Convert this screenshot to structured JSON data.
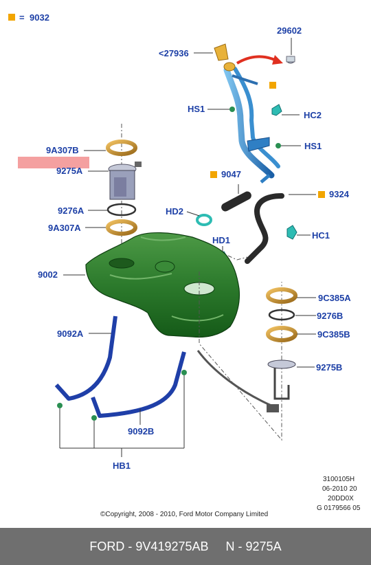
{
  "legend": {
    "value": "9032",
    "prefix": "="
  },
  "parts": {
    "p29602": "29602",
    "p27936": "<27936",
    "hs1_top": "HS1",
    "hc2": "HC2",
    "hs1_mid": "HS1",
    "p9a307b": "9A307B",
    "p9275a": "9275A",
    "p9047": "9047",
    "p9324": "9324",
    "p9276a": "9276A",
    "hd2": "HD2",
    "p9a307a": "9A307A",
    "hc1": "HC1",
    "hd1": "HD1",
    "p9002": "9002",
    "p9c385a": "9C385A",
    "p9276b": "9276B",
    "p9092a": "9092A",
    "p9c385b": "9C385B",
    "p9275b": "9275B",
    "p9092b": "9092B",
    "hb1": "HB1"
  },
  "meta": {
    "code1": "3100105H",
    "code2": "06-2010 20",
    "code3": "20DD0X",
    "code4": "G 0179566 05",
    "copyright": "©Copyright, 2008 - 2010, Ford Motor Company Limited"
  },
  "footer": {
    "brand_part": "FORD - 9V419275AB",
    "ref": "N - 9275A"
  },
  "colors": {
    "label_blue": "#1c3fa6",
    "marker_orange": "#f2a500",
    "tank_green": "#2f7a2f",
    "pipe_blue": "#1f6fb8",
    "strap_blue": "#1f3fa8",
    "redaction": "#f4a0a0",
    "footer_bg": "#6f6f6f"
  }
}
